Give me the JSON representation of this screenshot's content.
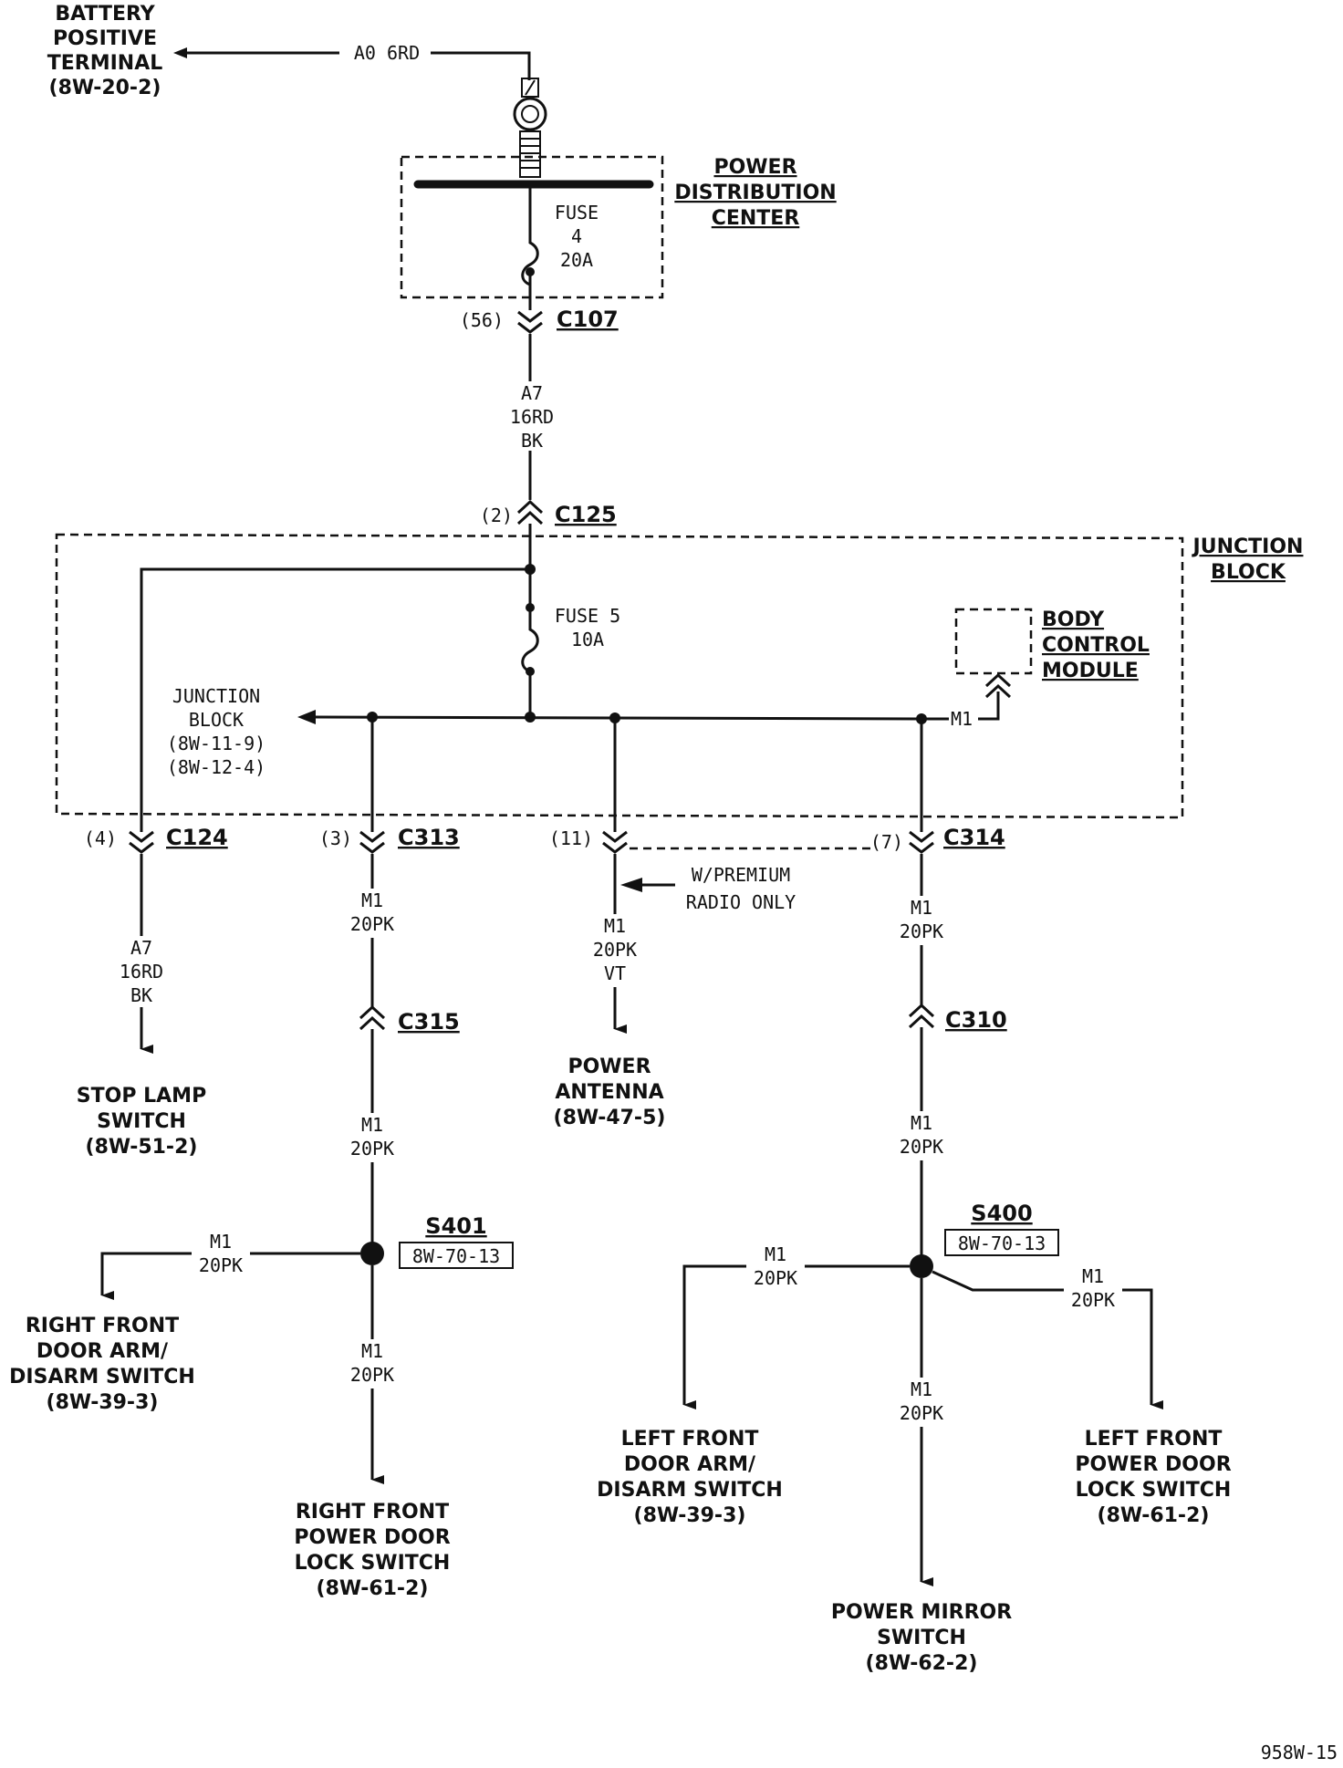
{
  "battery": {
    "l1": "BATTERY",
    "l2": "POSITIVE",
    "l3": "TERMINAL",
    "ref": "(8W-20-2)",
    "wire": "A0 6RD"
  },
  "pdc": {
    "l1": "POWER",
    "l2": "DISTRIBUTION",
    "l3": "CENTER",
    "fuse_l1": "FUSE",
    "fuse_l2": "4",
    "fuse_l3": "20A"
  },
  "c107": {
    "pin": "(56)",
    "name": "C107"
  },
  "wire_a7_top": {
    "l1": "A7",
    "l2": "16RD",
    "l3": "BK"
  },
  "c125": {
    "pin": "(2)",
    "name": "C125"
  },
  "junction_block": {
    "l1": "JUNCTION",
    "l2": "BLOCK",
    "fuse_l1": "FUSE 5",
    "fuse_l2": "10A",
    "ref_l1": "JUNCTION",
    "ref_l2": "BLOCK",
    "ref_l3": "(8W-11-9)",
    "ref_l4": "(8W-12-4)"
  },
  "bcm": {
    "l1": "BODY",
    "l2": "CONTROL",
    "l3": "MODULE",
    "wire": "M1"
  },
  "c124": {
    "pin": "(4)",
    "name": "C124"
  },
  "c313": {
    "pin": "(3)",
    "name": "C313"
  },
  "c11": {
    "pin": "(11)"
  },
  "c314": {
    "pin": "(7)",
    "name": "C314"
  },
  "premium": {
    "l1": "W/PREMIUM",
    "l2": "RADIO ONLY"
  },
  "wire_a7_stop": {
    "l1": "A7",
    "l2": "16RD",
    "l3": "BK"
  },
  "stop_lamp": {
    "l1": "STOP LAMP",
    "l2": "SWITCH",
    "l3": "(8W-51-2)"
  },
  "wire_m1": {
    "l1": "M1",
    "l2": "20PK"
  },
  "wire_m1_vt": {
    "l1": "M1",
    "l2": "20PK",
    "l3": "VT"
  },
  "c315": {
    "name": "C315"
  },
  "c310": {
    "name": "C310"
  },
  "power_antenna": {
    "l1": "POWER",
    "l2": "ANTENNA",
    "l3": "(8W-47-5)"
  },
  "s401": {
    "name": "S401",
    "ref": "8W-70-13"
  },
  "s400": {
    "name": "S400",
    "ref": "8W-70-13"
  },
  "rf_arm": {
    "l1": "RIGHT FRONT",
    "l2": "DOOR ARM/",
    "l3": "DISARM SWITCH",
    "l4": "(8W-39-3)"
  },
  "rf_lock": {
    "l1": "RIGHT FRONT",
    "l2": "POWER DOOR",
    "l3": "LOCK SWITCH",
    "l4": "(8W-61-2)"
  },
  "lf_arm": {
    "l1": "LEFT FRONT",
    "l2": "DOOR ARM/",
    "l3": "DISARM SWITCH",
    "l4": "(8W-39-3)"
  },
  "lf_lock": {
    "l1": "LEFT FRONT",
    "l2": "POWER DOOR",
    "l3": "LOCK SWITCH",
    "l4": "(8W-61-2)"
  },
  "mirror": {
    "l1": "POWER MIRROR",
    "l2": "SWITCH",
    "l3": "(8W-62-2)"
  },
  "figure_id": "958W-15"
}
